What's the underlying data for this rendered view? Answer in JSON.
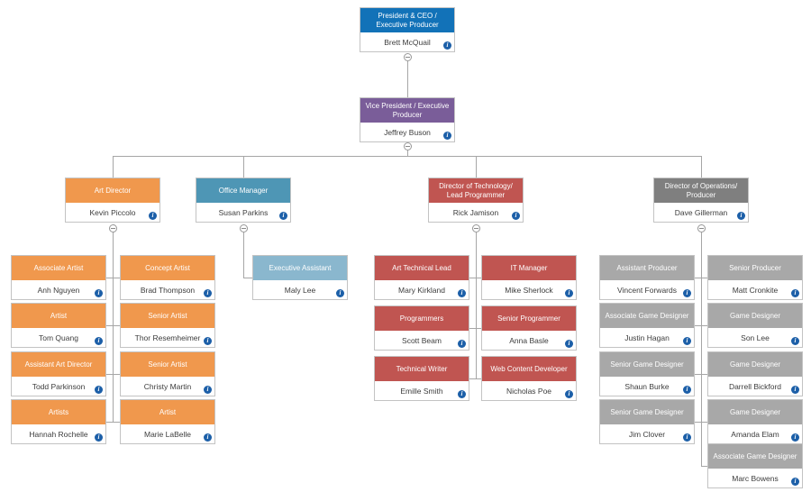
{
  "colors": {
    "level1_blue": "#1272b8",
    "level2_purple": "#7a5d99",
    "art_orange": "#f0984d",
    "office_teal": "#4e96b5",
    "office_child_lightblue": "#8ab7ce",
    "technology_red": "#c05551",
    "operations_darkgray": "#7f7f7f",
    "operations_child_gray": "#a8a8a8",
    "connector_gray": "#a6a6a6",
    "info_icon_blue": "#1c5fa8"
  },
  "icons": {
    "info": "i"
  },
  "nodes": {
    "ceo": {
      "title": "President & CEO / Executive Producer",
      "name": "Brett McQuail"
    },
    "vp": {
      "title": "Vice President / Executive Producer",
      "name": "Jeffrey Buson"
    },
    "art_director": {
      "title": "Art Director",
      "name": "Kevin Piccolo"
    },
    "office_manager": {
      "title": "Office Manager",
      "name": "Susan Parkins"
    },
    "dir_technology": {
      "title": "Director of Technology/ Lead Programmer",
      "name": "Rick Jamison"
    },
    "dir_operations": {
      "title": "Director of Operations/ Producer",
      "name": "Dave Gillerman"
    },
    "associate_artist": {
      "title": "Associate Artist",
      "name": "Anh Nguyen"
    },
    "concept_artist": {
      "title": "Concept Artist",
      "name": "Brad Thompson"
    },
    "artist_tom": {
      "title": "Artist",
      "name": "Tom Quang"
    },
    "senior_artist_thor": {
      "title": "Senior Artist",
      "name": "Thor Resemheimer"
    },
    "assistant_art_director": {
      "title": "Assistant Art Director",
      "name": "Todd Parkinson"
    },
    "senior_artist_christy": {
      "title": "Senior Artist",
      "name": "Christy Martin"
    },
    "artists_hannah": {
      "title": "Artists",
      "name": "Hannah Rochelle"
    },
    "artist_marie": {
      "title": "Artist",
      "name": "Marie LaBelle"
    },
    "executive_assistant": {
      "title": "Executive Assistant",
      "name": "Maly Lee"
    },
    "art_technical_lead": {
      "title": "Art Technical Lead",
      "name": "Mary Kirkland"
    },
    "it_manager": {
      "title": "IT Manager",
      "name": "Mike Sherlock"
    },
    "programmers": {
      "title": "Programmers",
      "name": "Scott Beam"
    },
    "senior_programmer": {
      "title": "Senior Programmer",
      "name": "Anna Basle"
    },
    "technical_writer": {
      "title": "Technical Writer",
      "name": "Emille Smith"
    },
    "web_content_developer": {
      "title": "Web Content Developer",
      "name": "Nicholas Poe"
    },
    "assistant_producer": {
      "title": "Assistant Producer",
      "name": "Vincent Forwards"
    },
    "senior_producer": {
      "title": "Senior Producer",
      "name": "Matt Cronkite"
    },
    "associate_game_designer_justin": {
      "title": "Associate Game Designer",
      "name": "Justin Hagan"
    },
    "game_designer_son": {
      "title": "Game Designer",
      "name": "Son Lee"
    },
    "senior_game_designer_shaun": {
      "title": "Senior Game Designer",
      "name": "Shaun Burke"
    },
    "game_designer_darrell": {
      "title": "Game Designer",
      "name": "Darrell Bickford"
    },
    "senior_game_designer_jim": {
      "title": "Senior Game Designer",
      "name": "Jim Clover"
    },
    "game_designer_amanda": {
      "title": "Game Designer",
      "name": "Amanda Elam"
    },
    "associate_game_designer_marc": {
      "title": "Associate Game Designer",
      "name": "Marc Bowens"
    }
  },
  "hierarchy": {
    "ceo": [
      "vp"
    ],
    "vp": [
      "art_director",
      "office_manager",
      "dir_technology",
      "dir_operations"
    ],
    "art_director": [
      "associate_artist",
      "concept_artist",
      "artist_tom",
      "senior_artist_thor",
      "assistant_art_director",
      "senior_artist_christy",
      "artists_hannah",
      "artist_marie"
    ],
    "office_manager": [
      "executive_assistant"
    ],
    "dir_technology": [
      "art_technical_lead",
      "it_manager",
      "programmers",
      "senior_programmer",
      "technical_writer",
      "web_content_developer"
    ],
    "dir_operations": [
      "assistant_producer",
      "senior_producer",
      "associate_game_designer_justin",
      "game_designer_son",
      "senior_game_designer_shaun",
      "game_designer_darrell",
      "senior_game_designer_jim",
      "game_designer_amanda",
      "associate_game_designer_marc"
    ]
  }
}
